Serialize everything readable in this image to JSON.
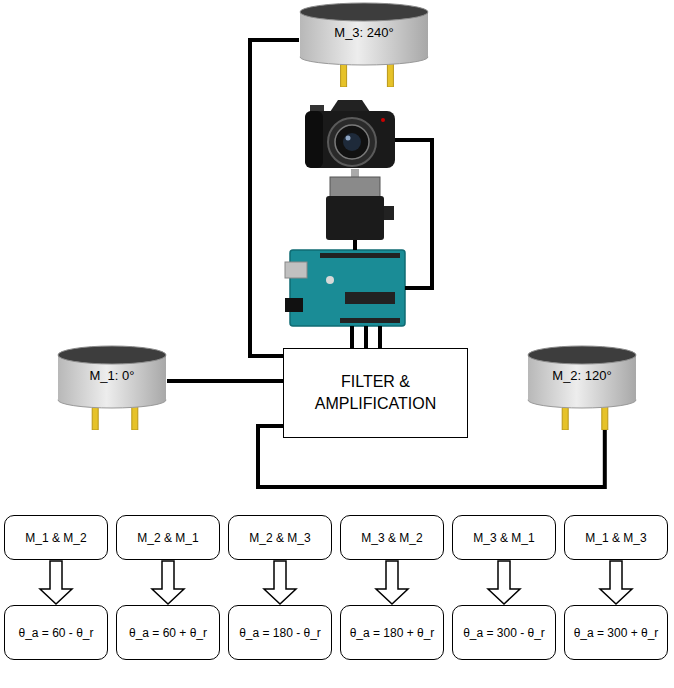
{
  "diagram": {
    "nodes": [
      {
        "text": [
          "M_3: 240°"
        ]
      },
      {
        "text": [
          "M_1: 0°"
        ]
      },
      {
        "text": [
          "FILTER & AMPLIFICATION"
        ]
      },
      {
        "text": [
          "M_2: 120°"
        ]
      },
      {
        "text": [
          "M_1 & M_2"
        ]
      },
      {
        "text": [
          "M_2 & M_1"
        ]
      },
      {
        "text": [
          "M_2 & M_3"
        ]
      },
      {
        "text": [
          "M_3 & M_2"
        ]
      },
      {
        "text": [
          "M_3 & M_1"
        ]
      },
      {
        "text": [
          "M_1 & M_3"
        ]
      },
      {
        "text": [
          "θ_a = 60 - θ_r"
        ]
      },
      {
        "text": [
          "θ_a = 60 + θ_r"
        ]
      },
      {
        "text": [
          "θ_a = 180 - θ_r"
        ]
      },
      {
        "text": [
          "θ_a = 180 + θ_r"
        ]
      },
      {
        "text": [
          "θ_a = 300 - θ_r"
        ]
      },
      {
        "text": [
          "θ_a = 300 + θ_r"
        ]
      }
    ],
    "edges": [
      {
        "from": 0,
        "to": 2,
        "arrow": "none"
      },
      {
        "from": 1,
        "to": 2,
        "arrow": "none"
      },
      {
        "from": 3,
        "to": 2,
        "arrow": "none"
      },
      {
        "from": 4,
        "to": 10,
        "arrow": "to"
      },
      {
        "from": 5,
        "to": 11,
        "arrow": "to"
      },
      {
        "from": 6,
        "to": 12,
        "arrow": "to"
      },
      {
        "from": 7,
        "to": 13,
        "arrow": "to"
      },
      {
        "from": 8,
        "to": 14,
        "arrow": "to"
      },
      {
        "from": 9,
        "to": 15,
        "arrow": "to"
      }
    ]
  }
}
